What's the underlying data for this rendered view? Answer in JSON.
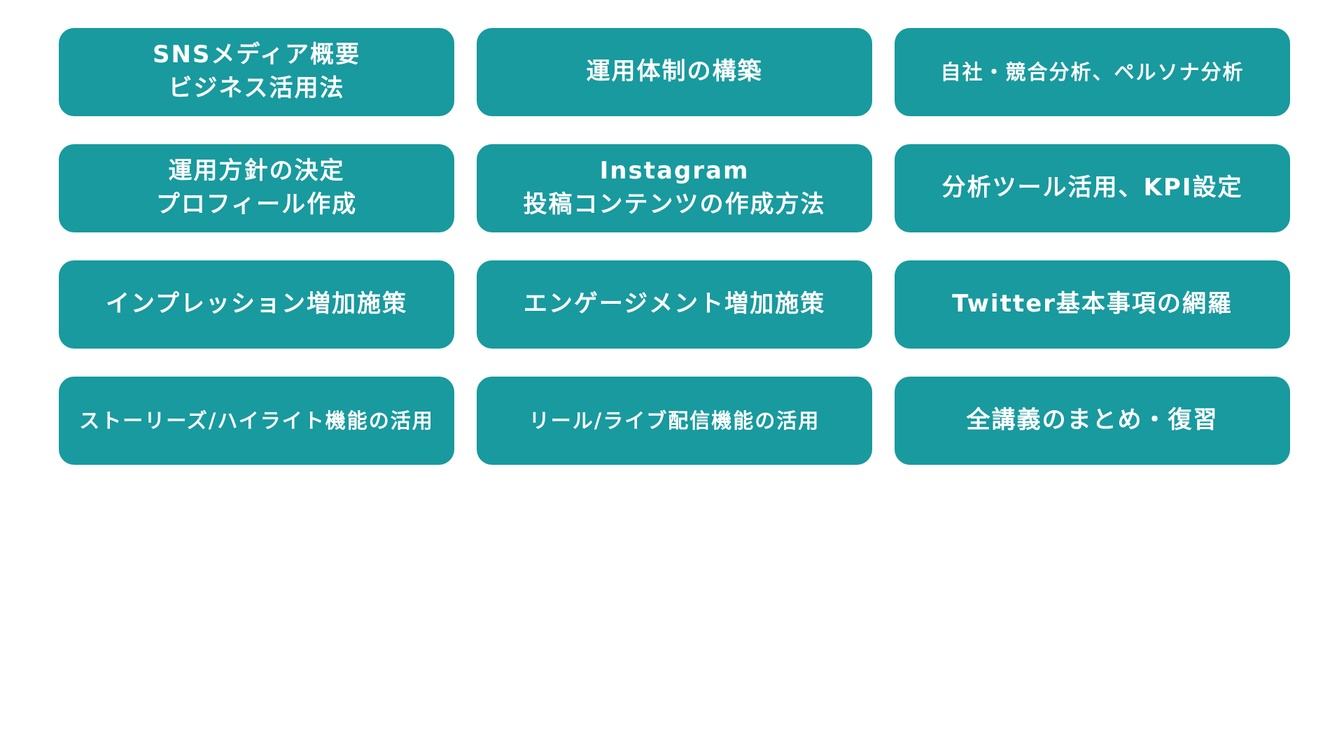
{
  "page": {
    "background_color": "#ffffff"
  },
  "grid": {
    "accent_color": "#189A9E",
    "text_color": "#ffffff",
    "columns": 3,
    "cells": [
      {
        "id": "lesson-1",
        "lines": [
          "SNSメディア概要",
          "ビジネス活用法"
        ]
      },
      {
        "id": "lesson-2",
        "lines": [
          "運用体制の構築"
        ]
      },
      {
        "id": "lesson-3",
        "lines": [
          "自社・競合分析、ペルソナ分析"
        ]
      },
      {
        "id": "lesson-4",
        "lines": [
          "運用方針の決定",
          "プロフィール作成"
        ]
      },
      {
        "id": "lesson-5",
        "lines": [
          "Instagram",
          "投稿コンテンツの作成方法"
        ]
      },
      {
        "id": "lesson-6",
        "lines": [
          "分析ツール活用、KPI設定"
        ]
      },
      {
        "id": "lesson-7",
        "lines": [
          "インプレッション増加施策"
        ]
      },
      {
        "id": "lesson-8",
        "lines": [
          "エンゲージメント増加施策"
        ]
      },
      {
        "id": "lesson-9",
        "lines": [
          "Twitter基本事項の網羅"
        ]
      },
      {
        "id": "lesson-10",
        "lines": [
          "ストーリーズ/ハイライト機能の活用"
        ]
      },
      {
        "id": "lesson-11",
        "lines": [
          "リール/ライブ配信機能の活用"
        ]
      },
      {
        "id": "lesson-12",
        "lines": [
          "全講義のまとめ・復習"
        ]
      }
    ]
  }
}
